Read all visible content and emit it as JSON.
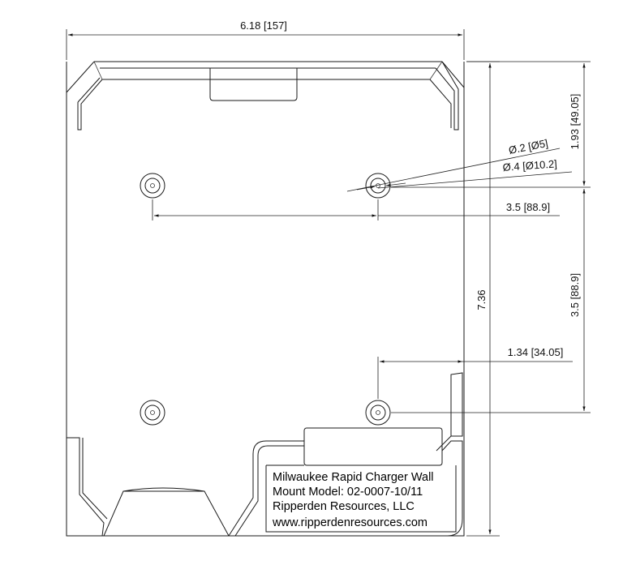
{
  "dimensions": {
    "overall_width": "6.18 [157]",
    "overall_height": "7.36",
    "top_to_hole": "1.93 [49.05]",
    "hole_spacing_h": "3.5 [88.9]",
    "hole_spacing_v": "3.5 [88.9]",
    "edge_to_hole": "1.34 [34.05]",
    "small_dia": "Ø.2 [Ø5]",
    "large_dia": "Ø.4 [Ø10.2]"
  },
  "label": {
    "line1": "Milwaukee Rapid Charger Wall",
    "line2": "Mount Model: 02-0007-10/11",
    "line3": "Ripperden Resources, LLC",
    "line4": "www.ripperdenresources.com"
  }
}
